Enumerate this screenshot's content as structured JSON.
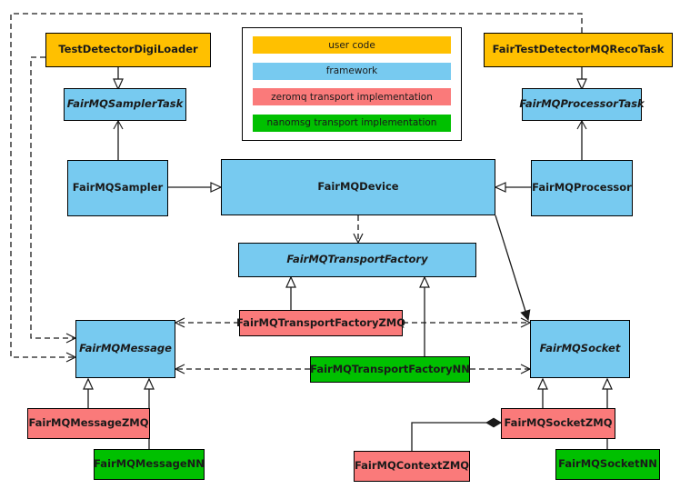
{
  "diagram": {
    "title": "FairMQ class diagram",
    "background": "#ffffff"
  },
  "colors": {
    "user_code": "#ffc000",
    "framework": "#77caf0",
    "zeromq": "#fa7a7a",
    "nanomsg": "#00c000",
    "line": "#1a1a1a"
  },
  "legend": {
    "items": [
      {
        "label": "user code",
        "color": "#ffc000"
      },
      {
        "label": "framework",
        "color": "#77caf0"
      },
      {
        "label": "zeromq transport implementation",
        "color": "#fa7a7a"
      },
      {
        "label": "nanomsg transport implementation",
        "color": "#00c000"
      }
    ]
  },
  "nodes": {
    "test_detector_digi_loader": {
      "label": "TestDetectorDigiLoader",
      "category": "user code",
      "abstract": false
    },
    "fairmq_sampler_task": {
      "label": "FairMQSamplerTask",
      "category": "framework",
      "abstract": true
    },
    "fairmq_sampler": {
      "label": "FairMQSampler",
      "category": "framework",
      "abstract": false
    },
    "fairmq_device": {
      "label": "FairMQDevice",
      "category": "framework",
      "abstract": false
    },
    "fairmq_processor": {
      "label": "FairMQProcessor",
      "category": "framework",
      "abstract": false
    },
    "fairmq_processor_task": {
      "label": "FairMQProcessorTask",
      "category": "framework",
      "abstract": true
    },
    "fairtest_detector_mqreco_task": {
      "label": "FairTestDetectorMQRecoTask",
      "category": "user code",
      "abstract": false
    },
    "fairmq_transport_factory": {
      "label": "FairMQTransportFactory",
      "category": "framework",
      "abstract": true
    },
    "fairmq_transport_factory_zmq": {
      "label": "FairMQTransportFactoryZMQ",
      "category": "zeromq",
      "abstract": false
    },
    "fairmq_transport_factory_nn": {
      "label": "FairMQTransportFactoryNN",
      "category": "nanomsg",
      "abstract": false
    },
    "fairmq_message": {
      "label": "FairMQMessage",
      "category": "framework",
      "abstract": true
    },
    "fairmq_socket": {
      "label": "FairMQSocket",
      "category": "framework",
      "abstract": true
    },
    "fairmq_message_zmq": {
      "label": "FairMQMessageZMQ",
      "category": "zeromq",
      "abstract": false
    },
    "fairmq_message_nn": {
      "label": "FairMQMessageNN",
      "category": "nanomsg",
      "abstract": false
    },
    "fairmq_socket_zmq": {
      "label": "FairMQSocketZMQ",
      "category": "zeromq",
      "abstract": false
    },
    "fairmq_socket_nn": {
      "label": "FairMQSocketNN",
      "category": "nanomsg",
      "abstract": false
    },
    "fairmq_context_zmq": {
      "label": "FairMQContextZMQ",
      "category": "zeromq",
      "abstract": false
    }
  },
  "relations": [
    {
      "from": "test_detector_digi_loader",
      "to": "fairmq_sampler_task",
      "type": "generalization"
    },
    {
      "from": "fairmq_sampler",
      "to": "fairmq_sampler_task",
      "type": "association"
    },
    {
      "from": "fairmq_sampler",
      "to": "fairmq_device",
      "type": "generalization"
    },
    {
      "from": "fairtest_detector_mqreco_task",
      "to": "fairmq_processor_task",
      "type": "generalization"
    },
    {
      "from": "fairmq_processor",
      "to": "fairmq_processor_task",
      "type": "association"
    },
    {
      "from": "fairmq_processor",
      "to": "fairmq_device",
      "type": "generalization"
    },
    {
      "from": "fairmq_device",
      "to": "fairmq_transport_factory",
      "type": "dependency"
    },
    {
      "from": "fairmq_device",
      "to": "fairmq_socket",
      "type": "association"
    },
    {
      "from": "fairmq_transport_factory_zmq",
      "to": "fairmq_transport_factory",
      "type": "generalization"
    },
    {
      "from": "fairmq_transport_factory_nn",
      "to": "fairmq_transport_factory",
      "type": "generalization"
    },
    {
      "from": "fairmq_transport_factory_zmq",
      "to": "fairmq_message",
      "type": "dependency"
    },
    {
      "from": "fairmq_transport_factory_zmq",
      "to": "fairmq_socket",
      "type": "dependency"
    },
    {
      "from": "fairmq_transport_factory_nn",
      "to": "fairmq_message",
      "type": "dependency"
    },
    {
      "from": "fairmq_transport_factory_nn",
      "to": "fairmq_socket",
      "type": "dependency"
    },
    {
      "from": "test_detector_digi_loader",
      "to": "fairmq_message",
      "type": "dependency"
    },
    {
      "from": "fairtest_detector_mqreco_task",
      "to": "fairmq_message",
      "type": "dependency"
    },
    {
      "from": "fairmq_message_zmq",
      "to": "fairmq_message",
      "type": "generalization"
    },
    {
      "from": "fairmq_message_nn",
      "to": "fairmq_message",
      "type": "generalization"
    },
    {
      "from": "fairmq_socket_zmq",
      "to": "fairmq_socket",
      "type": "generalization"
    },
    {
      "from": "fairmq_socket_nn",
      "to": "fairmq_socket",
      "type": "generalization"
    },
    {
      "from": "fairmq_context_zmq",
      "to": "fairmq_socket_zmq",
      "type": "composition"
    }
  ]
}
